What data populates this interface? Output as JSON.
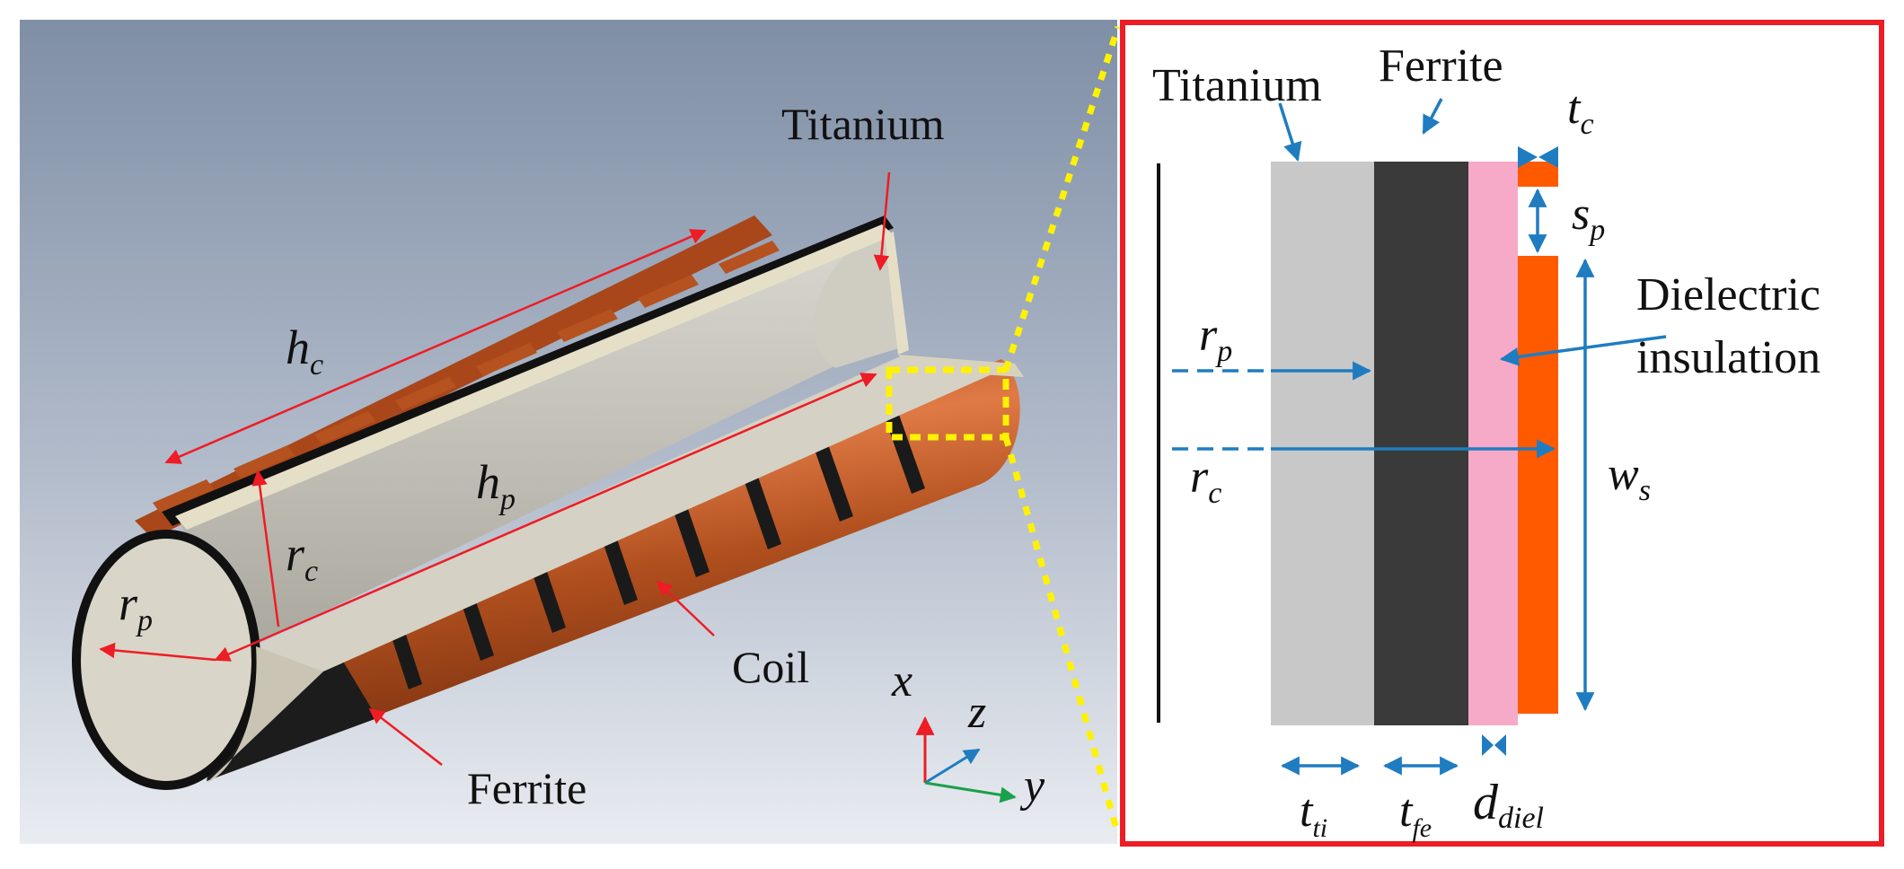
{
  "left_panel": {
    "labels": {
      "titanium": "Titanium",
      "coil": "Coil",
      "ferrite": "Ferrite"
    },
    "dims": {
      "hc": {
        "base": "h",
        "sub": "c"
      },
      "hp": {
        "base": "h",
        "sub": "p"
      },
      "rc": {
        "base": "r",
        "sub": "c"
      },
      "rp": {
        "base": "r",
        "sub": "p"
      }
    },
    "axes": {
      "x": "x",
      "y": "y",
      "z": "z"
    }
  },
  "right_panel": {
    "labels": {
      "titanium": "Titanium",
      "ferrite": "Ferrite",
      "dielectric_line1": "Dielectric",
      "dielectric_line2": "insulation"
    },
    "dims": {
      "tc": {
        "base": "t",
        "sub": "c"
      },
      "sp": {
        "base": "s",
        "sub": "p"
      },
      "ws": {
        "base": "w",
        "sub": "s"
      },
      "rp": {
        "base": "r",
        "sub": "p"
      },
      "rc": {
        "base": "r",
        "sub": "c"
      },
      "tti": {
        "base": "t",
        "sub": "ti"
      },
      "tfe": {
        "base": "t",
        "sub": "fe"
      },
      "ddiel": {
        "base": "d",
        "sub": "diel"
      }
    }
  },
  "colors": {
    "titanium": "#c8c8c8",
    "ferrite": "#3a3a3a",
    "dielectric": "#f7aac8",
    "coil": "#ff5a00",
    "copper": "#c0582a",
    "frame": "#ee1c24",
    "highlight": "#fff200",
    "dim_blue": "#1f7cc0",
    "dim_red": "#ee1c24"
  }
}
